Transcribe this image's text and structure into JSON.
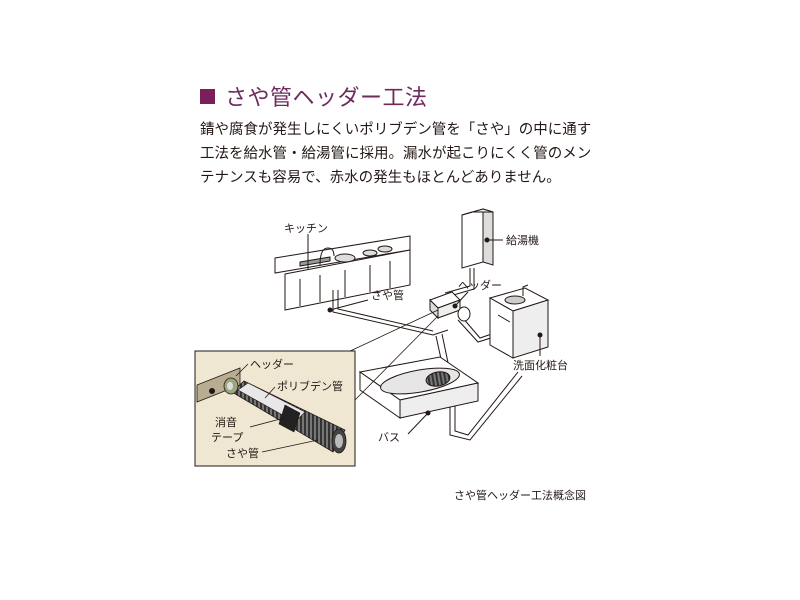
{
  "title": "さや管ヘッダー工法",
  "description": [
    "錆や腐食が発生しにくいポリブデン管を「さや」の中に通す",
    "工法を給水管・給湯管に採用。漏水が起こりにくく管のメン",
    "テナンスも容易で、赤水の発生もほとんどありません。"
  ],
  "labels": {
    "kitchen": "キッチン",
    "water_heater": "給湯機",
    "saya_pipe": "さや管",
    "header": "ヘッダー",
    "washstand": "洗面化粧台",
    "bath": "バス",
    "inset_header": "ヘッダー",
    "inset_polybutene": "ポリブデン管",
    "inset_tape_line1": "消音",
    "inset_tape_line2": "テープ",
    "inset_saya": "さや管"
  },
  "caption": "さや管ヘッダー工法概念図",
  "colors": {
    "title_square": "#7b1f5a",
    "title_text": "#6e2a5c",
    "inset_background": "#efe7d2"
  }
}
